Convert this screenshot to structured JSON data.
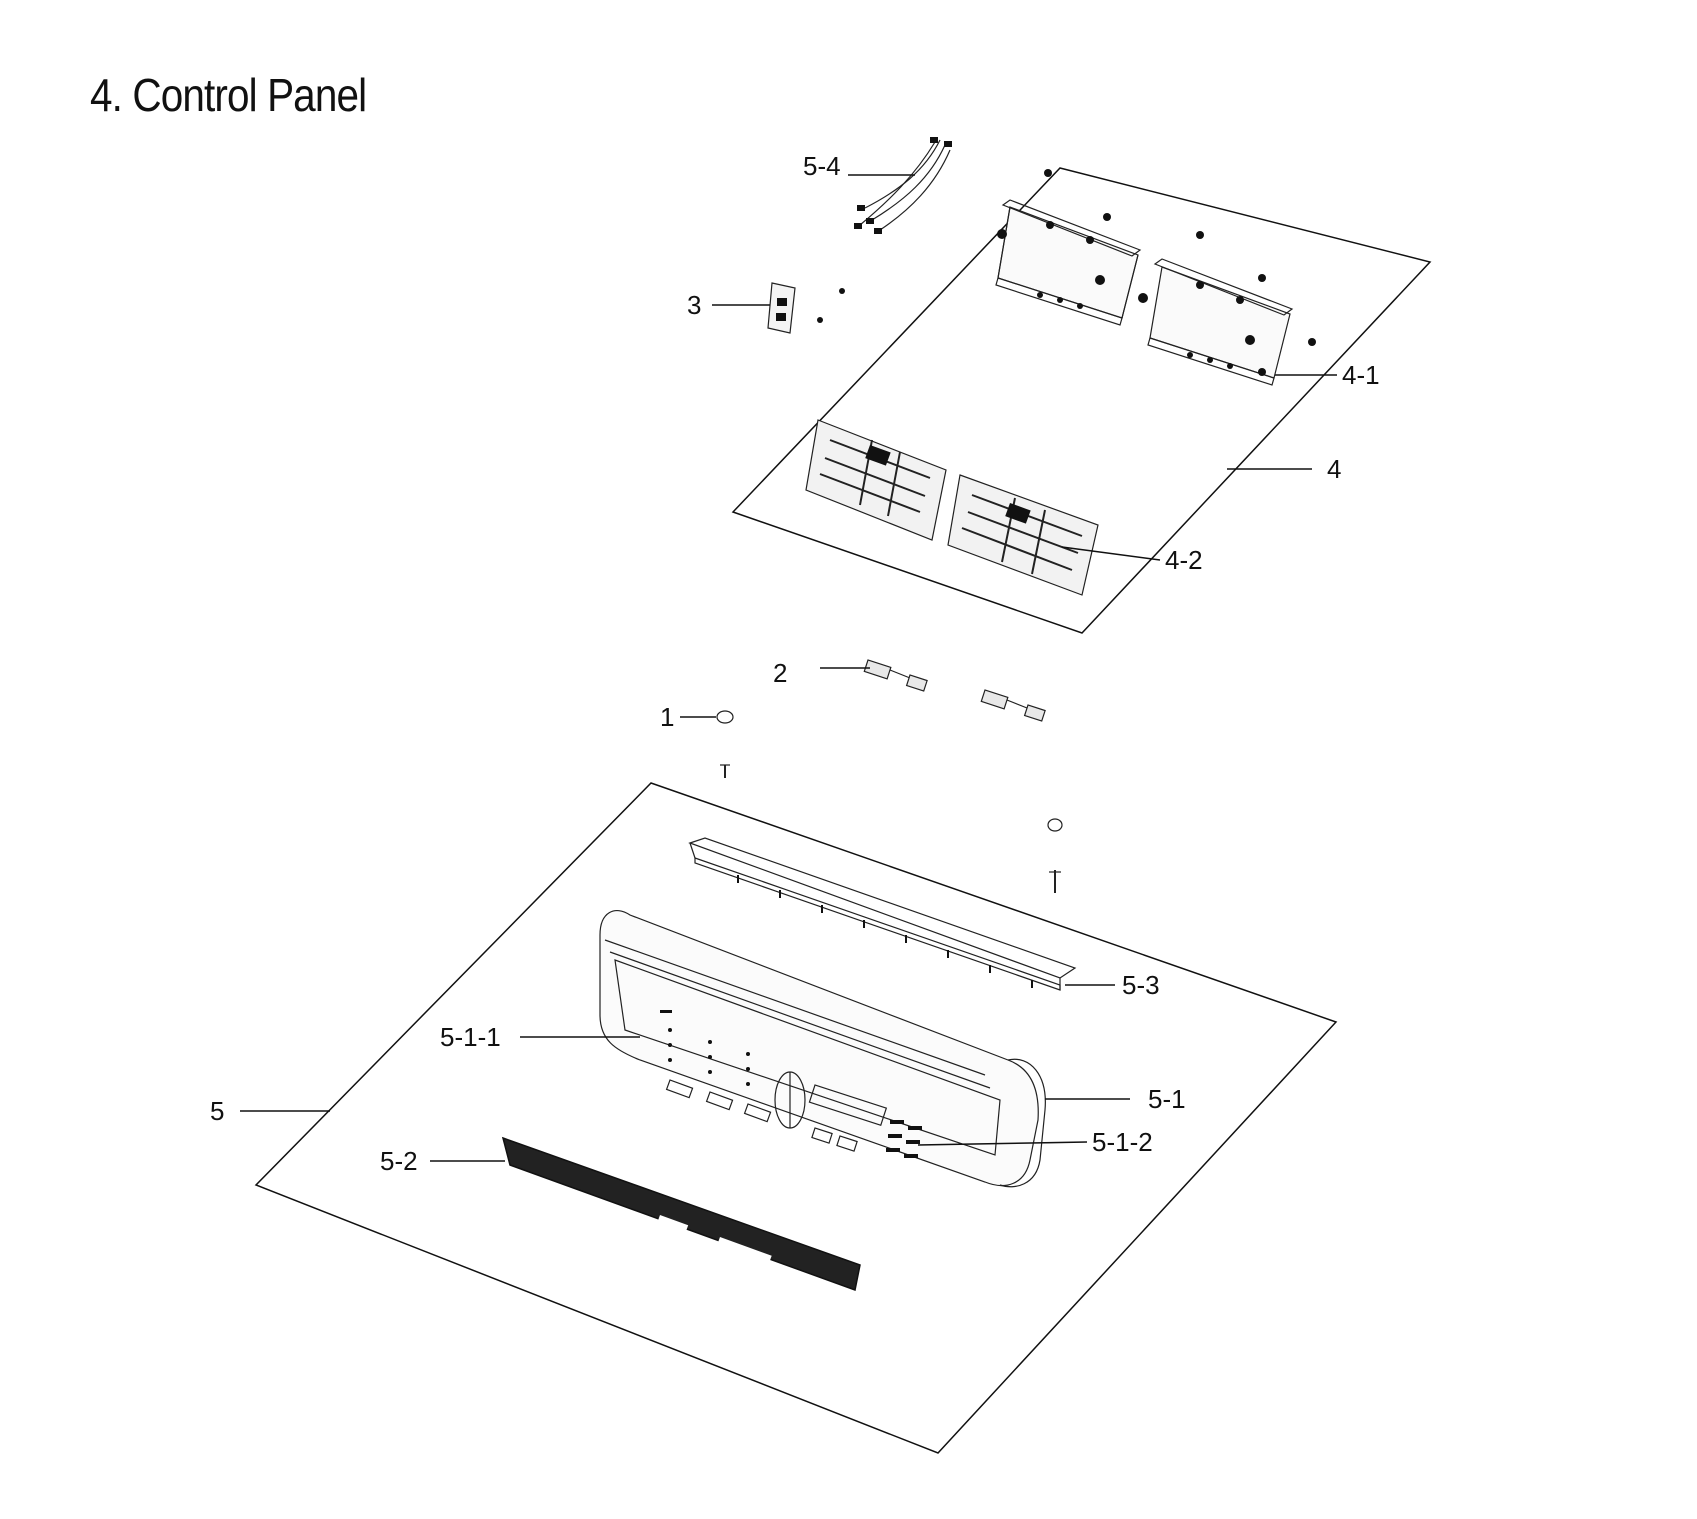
{
  "title": "4. Control Panel",
  "callouts": [
    {
      "id": "5-4",
      "label": "5-4"
    },
    {
      "id": "3",
      "label": "3"
    },
    {
      "id": "4-1",
      "label": "4-1"
    },
    {
      "id": "4",
      "label": "4"
    },
    {
      "id": "4-2",
      "label": "4-2"
    },
    {
      "id": "2",
      "label": "2"
    },
    {
      "id": "1",
      "label": "1"
    },
    {
      "id": "5-3",
      "label": "5-3"
    },
    {
      "id": "5-1-1",
      "label": "5-1-1"
    },
    {
      "id": "5-1",
      "label": "5-1"
    },
    {
      "id": "5",
      "label": "5"
    },
    {
      "id": "5-1-2",
      "label": "5-1-2"
    },
    {
      "id": "5-2",
      "label": "5-2"
    }
  ]
}
